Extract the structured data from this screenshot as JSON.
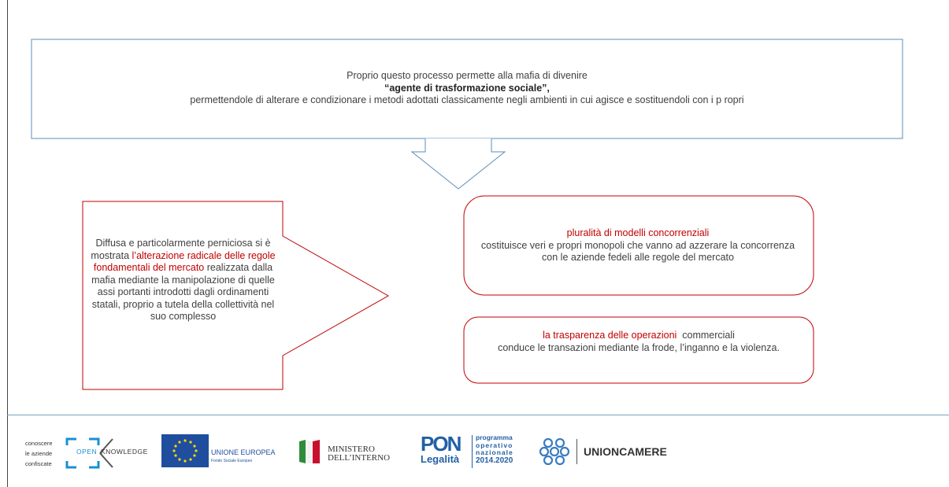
{
  "top_box": {
    "line1": "Proprio questo processo permette alla mafia di divenire",
    "line2": "“agente di trasformazione sociale”,",
    "line3": "permettendole di alterare e condizionare i metodi adottati classicamente negli ambienti in cui agisce e sostituendoli con i p    ropri"
  },
  "left_arrow": {
    "text_before": "Diffusa e particolarmente perniciosa si è mostrata ",
    "highlight": "l’alterazione radicale delle regole fondamentali del mercato",
    "text_after": " realizzata dalla mafia mediante la manipolazione di quelle assi portanti introdotti dagli ordinamenti statali, proprio a tutela della collettività nel suo complesso"
  },
  "right_box_1": {
    "title": "pluralità di modelli concorrenziali",
    "body": "costituisce veri e propri monopoli che vanno ad azzerare la concorrenza con le aziende fedeli alle regole del mercato"
  },
  "right_box_2": {
    "title": "la trasparenza delle operazioni",
    "title_suffix": "  commerciali",
    "body": "conduce le transazioni mediante la frode, l’inganno e la violenza."
  },
  "footer": {
    "ok_small_1": "conoscere",
    "ok_small_2": "le aziende",
    "ok_small_3": "confiscate",
    "ok_word_1": "OPEN",
    "ok_word_2": "KNOWLEDGE",
    "eu_label": "UNIONE EUROPEA",
    "eu_sub": "Fondo Sociale Europeo",
    "ministero_1": "MINISTERO",
    "ministero_2": "DELL’INTERNO",
    "pon_big": "PON",
    "pon_legalita": "egalità",
    "pon_l": "L",
    "pon_prog_1": "programma",
    "pon_prog_2": "operativo",
    "pon_prog_3": "nazionale",
    "pon_years": "2014.2020",
    "unioncamere": "UNIONCAMERE"
  },
  "colors": {
    "blue_outline": "#5b8db8",
    "red_outline": "#c00000",
    "red_text": "#c00000",
    "eu_blue": "#1f4e9e",
    "pon_blue": "#2360a5",
    "unioncamere_blue": "#3a7cc2"
  }
}
